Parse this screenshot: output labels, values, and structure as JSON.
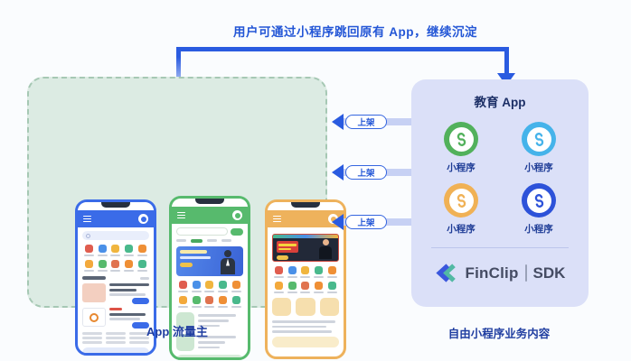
{
  "flow": {
    "note": "用户可通过小程序跳回原有 App，继续沉淀"
  },
  "left_group": {
    "label": "App 流量主"
  },
  "arrows": {
    "shelf_label": "上架",
    "count": 3
  },
  "right_panel": {
    "title": "教育 App",
    "miniprograms": [
      {
        "label": "小程序",
        "color": "#52b15c"
      },
      {
        "label": "小程序",
        "color": "#45b3ea"
      },
      {
        "label": "小程序",
        "color": "#f0b155"
      },
      {
        "label": "小程序",
        "color": "#2d52d9"
      }
    ],
    "brand": {
      "name": "FinClip",
      "divider": "|",
      "suffix": "SDK"
    },
    "caption": "自由小程序业务内容"
  },
  "colors": {
    "flow_arrow": "#2a5be0",
    "flow_text": "#2356d6",
    "traffic_box_bg": "#dcebe3",
    "traffic_box_border": "#a6c8b4",
    "panel_bg": "#dbe0f8",
    "phone_blue": "#3a6be8",
    "phone_green": "#57ba6d",
    "phone_orange": "#eeb25c",
    "finclip_blue": "#3a57dd",
    "finclip_teal": "#52b9a4"
  }
}
